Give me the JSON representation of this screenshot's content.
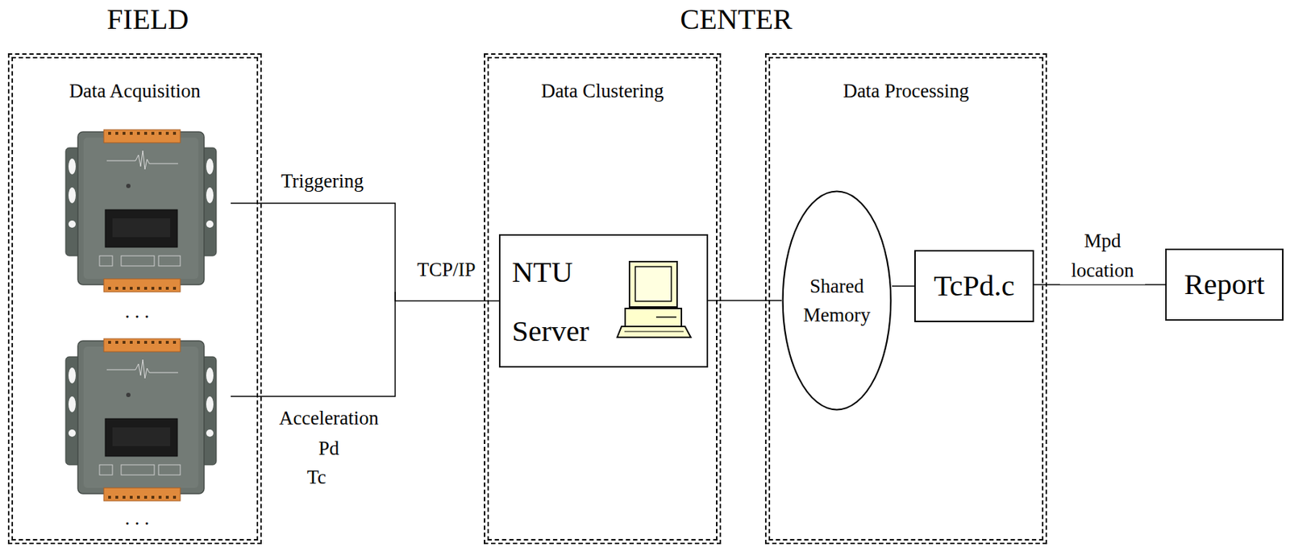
{
  "diagram": {
    "nodes": [
      {
        "text": [
          "Data Acquisition"
        ]
      },
      {
        "text": [
          "Data Clustering"
        ]
      },
      {
        "text": [
          "NTU Server"
        ],
        "in": 1
      },
      {
        "text": [
          "Data Processing"
        ]
      },
      {
        "text": [
          "Shared Memory"
        ],
        "in": 3
      },
      {
        "text": [
          "TcPd.c"
        ],
        "in": 3
      },
      {
        "text": [
          "Report"
        ]
      }
    ],
    "edges": [
      {
        "from": 0,
        "to": 2,
        "label": "TCP/IP",
        "arrow": "none"
      },
      {
        "from": 2,
        "to": 4,
        "arrow": "none"
      },
      {
        "from": 4,
        "to": 5,
        "arrow": "none"
      },
      {
        "from": 5,
        "to": 6,
        "label": "Mpd location",
        "arrow": "none"
      }
    ],
    "labels": [
      "FIELD",
      "CENTER",
      "Triggering",
      "Acceleration",
      "Pd",
      "Tc",
      ". . .",
      ". . ."
    ]
  }
}
